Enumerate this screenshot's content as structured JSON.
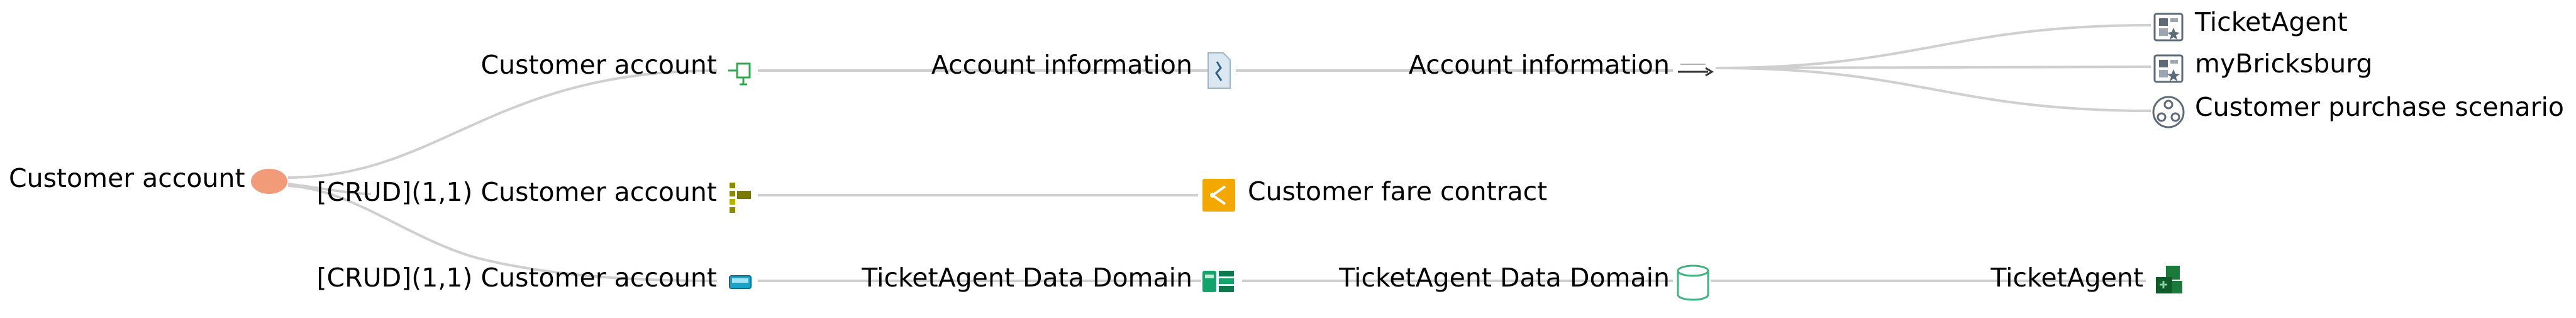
{
  "root": {
    "label": "Customer account",
    "color": "#f29b79"
  },
  "level1": [
    {
      "label": "Customer account",
      "icon": "interface-icon",
      "color": "#2fa84f"
    },
    {
      "label": "[CRUD](1,1) Customer account",
      "icon": "crud-matrix-icon",
      "color": "#8a8a00"
    },
    {
      "label": "[CRUD](1,1) Customer account",
      "icon": "data-object-icon",
      "color": "#1aa3c8"
    }
  ],
  "level2": [
    {
      "label": "Account information",
      "icon": "document-icon",
      "color": "#5a8fb8"
    },
    {
      "label": "Customer fare contract",
      "icon": "contract-icon",
      "color": "#f2a800"
    },
    {
      "label": "TicketAgent Data Domain",
      "icon": "data-domain-icon",
      "color": "#13a36b"
    }
  ],
  "level3": [
    {
      "label": "Account information",
      "icon": "flow-arrow-icon",
      "color": "#555555"
    },
    {
      "label": "TicketAgent Data Domain",
      "icon": "database-icon",
      "color": "#3fb37f"
    }
  ],
  "level4": [
    {
      "label": "TicketAgent",
      "icon": "application-icon",
      "color": "#5d6b78"
    },
    {
      "label": "myBricksburg",
      "icon": "application-icon",
      "color": "#5d6b78"
    },
    {
      "label": "Customer purchase scenario",
      "icon": "scenario-icon",
      "color": "#5d6b78"
    },
    {
      "label": "TicketAgent",
      "icon": "component-icon",
      "color": "#1a7a3a"
    }
  ]
}
